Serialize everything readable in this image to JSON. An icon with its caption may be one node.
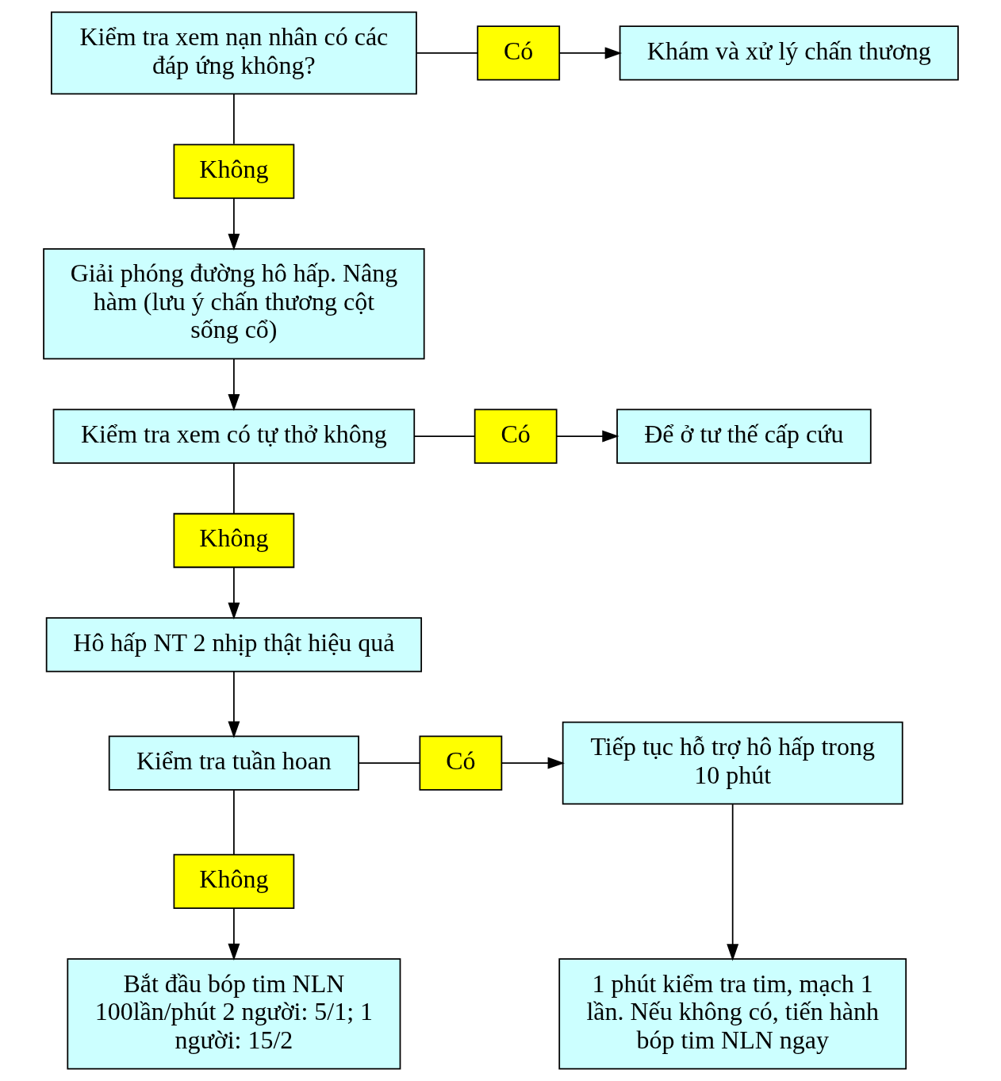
{
  "diagram": {
    "nodes": [
      {
        "text": [
          "Kiểm tra xem nạn nhân có các đáp ứng không?"
        ]
      },
      {
        "text": [
          "Có"
        ]
      },
      {
        "text": [
          "Khám và xử lý chấn thương"
        ]
      },
      {
        "text": [
          "Không"
        ]
      },
      {
        "text": [
          "Giải phóng đường hô hấp. Nâng hàm (lưu ý chấn thương cột sống cổ)"
        ]
      },
      {
        "text": [
          "Kiểm tra xem có tự thở không"
        ]
      },
      {
        "text": [
          "Có"
        ]
      },
      {
        "text": [
          "Để ở tư thế cấp cứu"
        ]
      },
      {
        "text": [
          "Không"
        ]
      },
      {
        "text": [
          "Hô hấp NT 2 nhịp thật hiệu quả"
        ]
      },
      {
        "text": [
          "Kiểm tra tuần hoan"
        ]
      },
      {
        "text": [
          "Có"
        ]
      },
      {
        "text": [
          "Tiếp tục hỗ trợ hô hấp trong 10 phút"
        ]
      },
      {
        "text": [
          "Không"
        ]
      },
      {
        "text": [
          "Bắt đầu bóp tim NLN 100lần/phút 2 người: 5/1; 1 người: 15/2"
        ]
      },
      {
        "text": [
          "1 phút kiểm tra tim, mạch 1 lần. Nếu không có, tiến hành bóp tim NLN ngay"
        ]
      }
    ],
    "edges": [
      {
        "from": 0,
        "to": 1,
        "arrow": "none"
      },
      {
        "from": 1,
        "to": 2,
        "arrow": "to"
      },
      {
        "from": 0,
        "to": 3,
        "arrow": "none"
      },
      {
        "from": 3,
        "to": 4,
        "arrow": "to"
      },
      {
        "from": 4,
        "to": 5,
        "arrow": "to"
      },
      {
        "from": 5,
        "to": 6,
        "arrow": "none"
      },
      {
        "from": 6,
        "to": 7,
        "arrow": "to"
      },
      {
        "from": 5,
        "to": 8,
        "arrow": "none"
      },
      {
        "from": 8,
        "to": 9,
        "arrow": "to"
      },
      {
        "from": 9,
        "to": 10,
        "arrow": "to"
      },
      {
        "from": 10,
        "to": 11,
        "arrow": "none"
      },
      {
        "from": 11,
        "to": 12,
        "arrow": "to"
      },
      {
        "from": 10,
        "to": 13,
        "arrow": "none"
      },
      {
        "from": 13,
        "to": 14,
        "arrow": "to"
      },
      {
        "from": 12,
        "to": 15,
        "arrow": "to"
      }
    ]
  }
}
